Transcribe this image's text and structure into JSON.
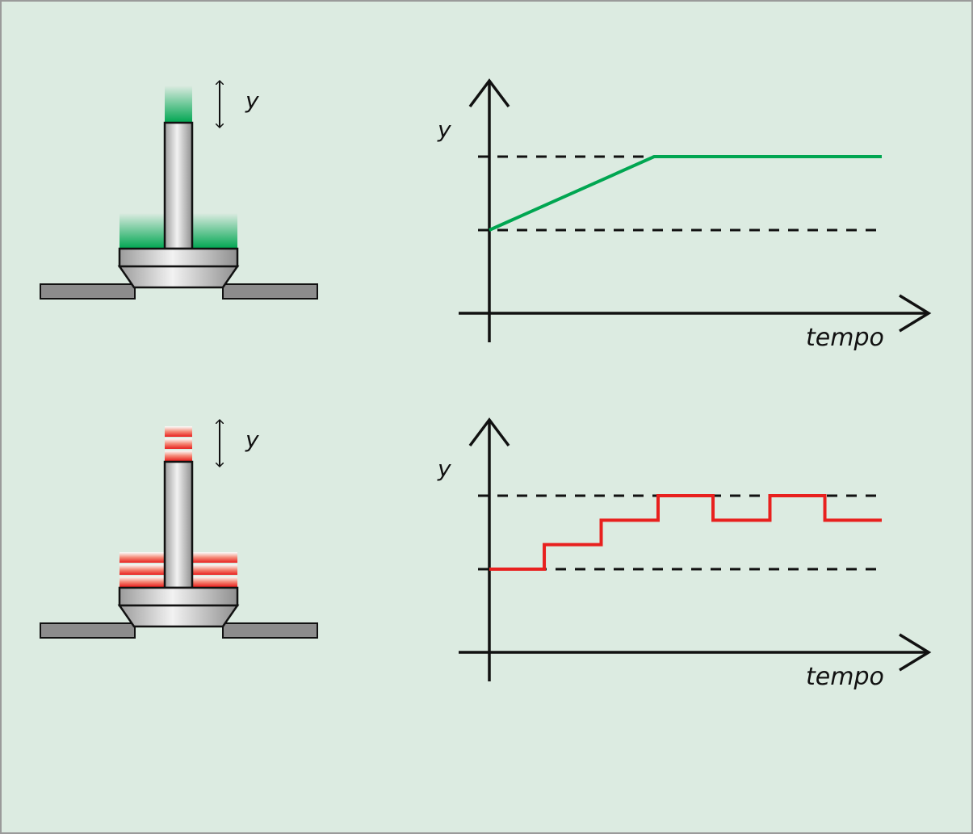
{
  "colors": {
    "background": "#dcebe1",
    "frame": "#9a9a9a",
    "ink": "#111111",
    "continuous": "#00a651",
    "discrete": "#e8201e",
    "metal": "#bdbdbd",
    "plate": "#8c8c8c"
  },
  "labels": {
    "displacement": "y",
    "axis_y": "y",
    "axis_x": "tempo"
  },
  "panels": [
    {
      "mode": "continuous",
      "displacement_label": "y",
      "chart": {
        "ylabel": "y",
        "xlabel": "tempo"
      }
    },
    {
      "mode": "discrete",
      "displacement_label": "y",
      "chart": {
        "ylabel": "y",
        "xlabel": "tempo"
      }
    }
  ],
  "chart_data": [
    {
      "type": "line",
      "title": "",
      "xlabel": "tempo",
      "ylabel": "y",
      "xlim": [
        0,
        1
      ],
      "ylim": [
        0,
        1
      ],
      "reference_lines": [
        0.4,
        0.82
      ],
      "series": [
        {
          "color": "#00a651",
          "step": false,
          "x": [
            0,
            0.42,
            1
          ],
          "y": [
            0.4,
            0.82,
            0.82
          ]
        }
      ]
    },
    {
      "type": "line",
      "title": "",
      "xlabel": "tempo",
      "ylabel": "y",
      "xlim": [
        0,
        1
      ],
      "ylim": [
        0,
        1
      ],
      "reference_lines": [
        0.4,
        0.82
      ],
      "series": [
        {
          "color": "#e8201e",
          "step": true,
          "x": [
            0,
            0.14,
            0.285,
            0.43,
            0.57,
            0.715,
            0.855,
            1
          ],
          "y": [
            0.4,
            0.54,
            0.68,
            0.82,
            0.68,
            0.82,
            0.68,
            0.68
          ]
        }
      ]
    }
  ]
}
